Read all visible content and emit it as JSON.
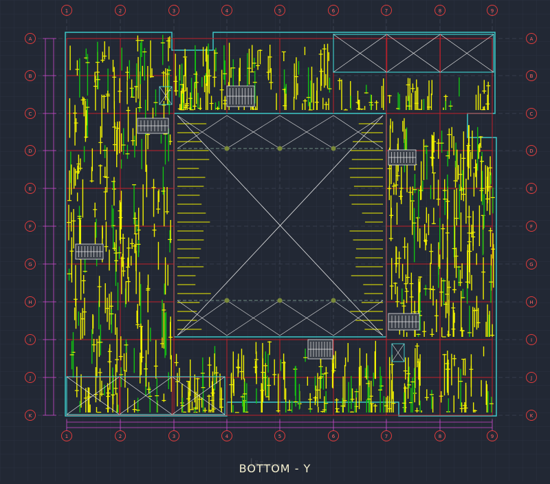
{
  "drawing": {
    "title": "BOTTOM - Y",
    "watermark": "مستقل"
  },
  "grid": {
    "columns": [
      "1",
      "2",
      "3",
      "4",
      "5",
      "6",
      "7",
      "8",
      "9"
    ],
    "rows": [
      "A",
      "B",
      "C",
      "D",
      "E",
      "F",
      "G",
      "H",
      "I",
      "J",
      "K"
    ]
  },
  "colors": {
    "background": "#222834",
    "grid_minor": "#2c3342",
    "beam_red": "#c3202a",
    "rebar_yellow": "#f2f200",
    "rebar_green": "#12c312",
    "wall_cyan": "#3cc8c8",
    "slab_white": "#e8e8e8",
    "dimension_magenta": "#d04ad0",
    "marker_red": "#e23c3c"
  }
}
